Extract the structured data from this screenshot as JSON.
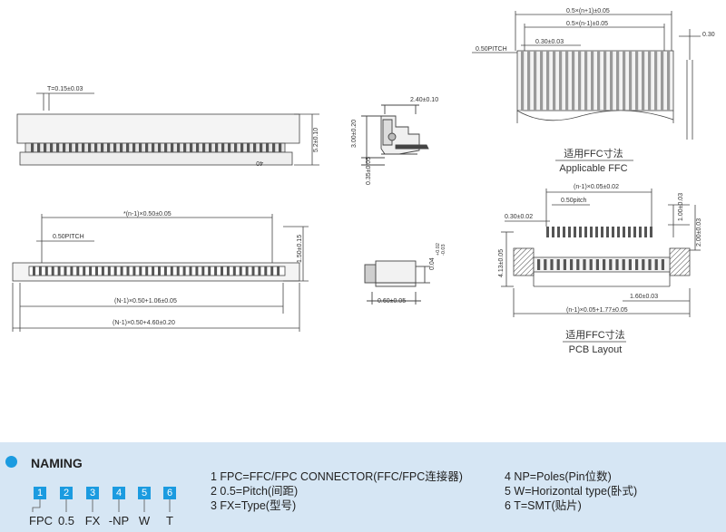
{
  "views": {
    "front": {
      "thickness": "T=0.15±0.03",
      "height": "5.2±0.10",
      "pin_count": "40"
    },
    "side": {
      "width_top": "2.40±0.10",
      "height": "3.00±0.20",
      "foot": "0.35±0.05"
    },
    "top": {
      "pitch": "0.50PITCH",
      "span_a": "*(n-1)×0.50±0.05",
      "depth": "1.50±0.15",
      "span_b": "(N-1)×0.50+1.06±0.05",
      "span_c": "(N-1)×0.50+4.60±0.20"
    },
    "detail": {
      "width": "0.60±0.05",
      "height": "0.04",
      "tol_plus": "+0.02",
      "tol_minus": "-0.03"
    },
    "ffc": {
      "total": "0.5×(n+1)±0.05",
      "inner": "0.5×(n-1)±0.05",
      "pitch": "0.50PITCH",
      "conductor": "0.30±0.03",
      "thickness": "0.30",
      "caption_cn": "适用FFC寸法",
      "caption_en": "Applicable  FFC"
    },
    "pcb": {
      "span_top": "(n-1)×0.05±0.02",
      "pitch": "0.50pitch",
      "pad": "0.30±0.02",
      "pad_len": "1.00±0.03",
      "row_gap": "2.00±0.03",
      "height": "4.13±0.05",
      "side": "1.60±0.03",
      "span_bottom": "(n-1)×0.05+1.77±0.05",
      "caption_cn": "适用FFC寸法",
      "caption_en": "PCB  Layout"
    }
  },
  "naming": {
    "title": "NAMING",
    "boxes": [
      "1",
      "2",
      "3",
      "4",
      "5",
      "6"
    ],
    "codes": [
      "FPC",
      "0.5",
      "FX",
      "-NP",
      "W",
      "T"
    ],
    "legend_left": [
      "1 FPC=FFC/FPC CONNECTOR(FFC/FPC连接器)",
      "2 0.5=Pitch(间距)",
      "3 FX=Type(型号)"
    ],
    "legend_right": [
      "4 NP=Poles(Pin位数)",
      "5 W=Horizontal type(卧式)",
      "6 T=SMT(贴片)"
    ]
  }
}
